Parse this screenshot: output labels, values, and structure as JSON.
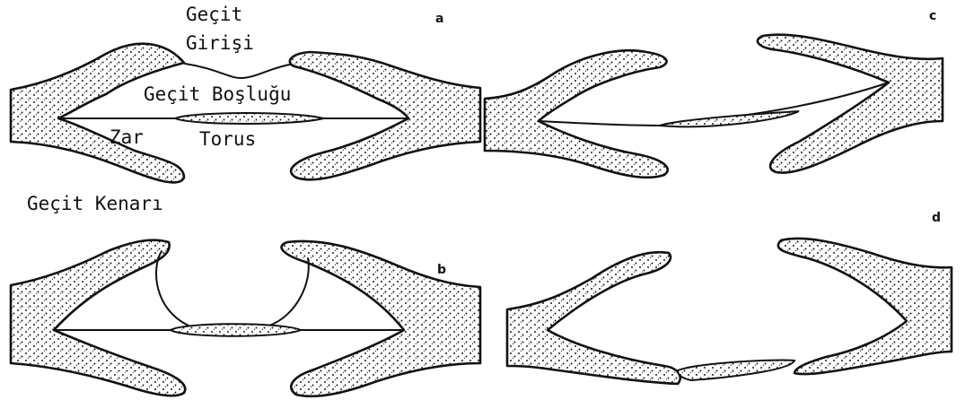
{
  "labels": {
    "aperture_line1": "Geçit",
    "aperture_line2": "Girişi",
    "chamber": "Geçit Boşluğu",
    "membrane": "Zar",
    "torus": "Torus",
    "border": "Geçit Kenarı"
  },
  "panels": {
    "a": "a",
    "b": "b",
    "c": "c",
    "d": "d"
  }
}
